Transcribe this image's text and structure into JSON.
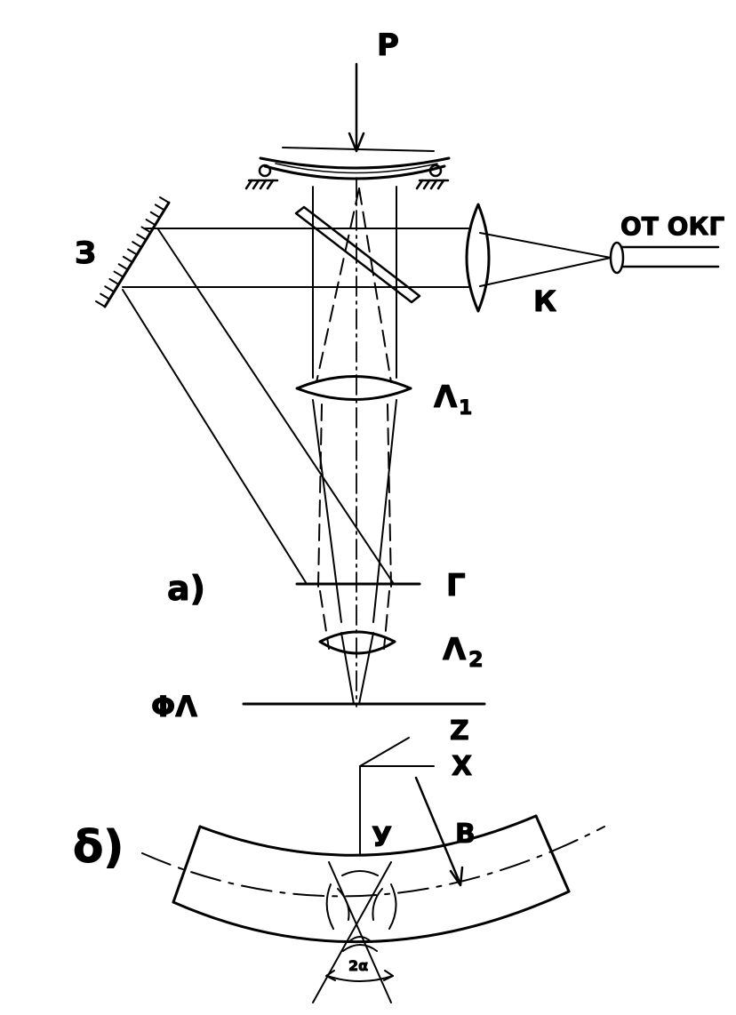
{
  "colors": {
    "ink": "#000000",
    "background": "#ffffff"
  },
  "labels": {
    "force": "P",
    "mirror": "З",
    "laser_source": "ОТ ОКГ",
    "collimator": "К",
    "lens1_main": "Λ",
    "lens1_sub": "1",
    "grating": "Г",
    "lens2_main": "Λ",
    "lens2_sub": "2",
    "photoplate": "ΦΛ",
    "panel_a": "а)",
    "panel_b": "δ)",
    "axis_z": "Z",
    "axis_x": "X",
    "axis_y": "У",
    "beam": "В",
    "angle": "2α"
  }
}
